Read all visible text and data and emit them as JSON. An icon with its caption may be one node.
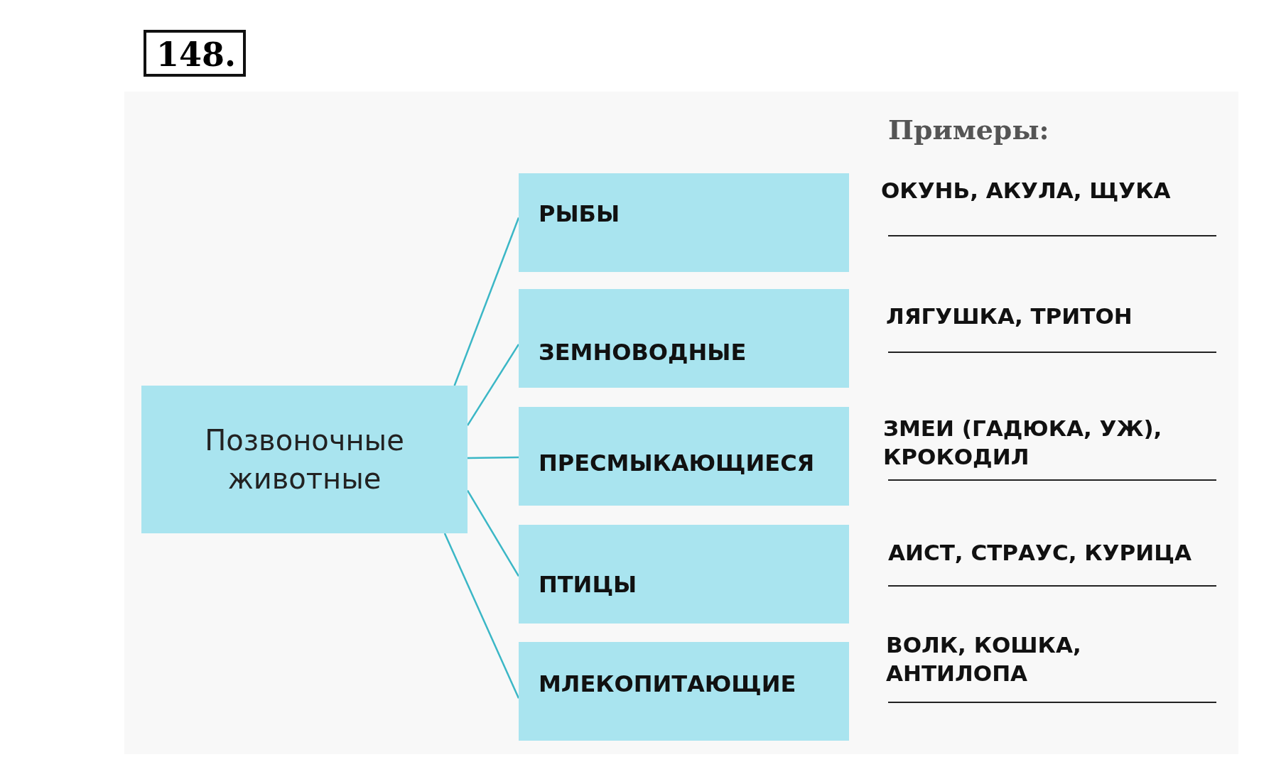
{
  "diagram": {
    "nodes": [
      {
        "text": [
          "Позвоночные животные"
        ]
      },
      {
        "text": [
          "РЫБЫ"
        ]
      },
      {
        "text": [
          "ЗЕМНОВОДНЫЕ"
        ]
      },
      {
        "text": [
          "ПРЕСМЫКАЮЩИЕСЯ"
        ]
      },
      {
        "text": [
          "ПТИЦЫ"
        ]
      },
      {
        "text": [
          "МЛЕКОПИТАЮЩИЕ"
        ]
      }
    ],
    "edges": [
      {
        "from": 0,
        "to": 1,
        "arrow": "none"
      },
      {
        "from": 0,
        "to": 2,
        "arrow": "none"
      },
      {
        "from": 0,
        "to": 3,
        "arrow": "none"
      },
      {
        "from": 0,
        "to": 4,
        "arrow": "none"
      },
      {
        "from": 0,
        "to": 5,
        "arrow": "none"
      }
    ],
    "labels": [
      "148.",
      "Примеры:",
      "ОКУНЬ, АКУЛА, ЩУКА",
      "ЛЯГУШКА, ТРИТОН",
      "ЗМЕИ (ГАДЮКА, УЖ), КРОКОДИЛ",
      "АИСТ, СТРАУС, КУРИЦА",
      "ВОЛК, КОШКА, АНТИЛОПА"
    ]
  }
}
